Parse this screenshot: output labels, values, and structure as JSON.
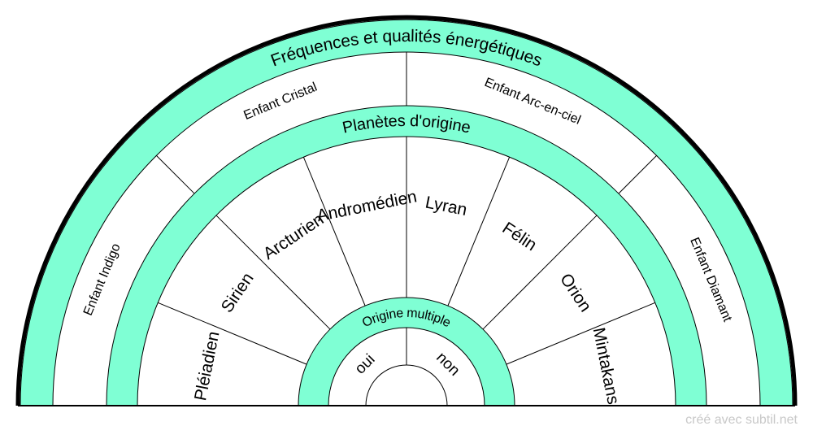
{
  "colors": {
    "band": "#7fffd4",
    "stroke": "#000000",
    "background": "#ffffff",
    "credit": "#c8c8c8"
  },
  "outer_ring": {
    "title": "Fréquences et qualités énergétiques",
    "sectors": [
      "Enfant Indigo",
      "Enfant Cristal",
      "Enfant Arc-en-ciel",
      "Enfant Diamant"
    ]
  },
  "middle_ring": {
    "title": "Planètes d'origine",
    "sectors": [
      "Pléiadien",
      "Sirien",
      "Arcturien",
      "Andromédien",
      "Lyran",
      "Félin",
      "Orion",
      "Mintakans"
    ]
  },
  "inner_ring": {
    "title": "Origine multiple",
    "sectors": [
      "oui",
      "non"
    ]
  },
  "credit": "créé avec subtil.net"
}
